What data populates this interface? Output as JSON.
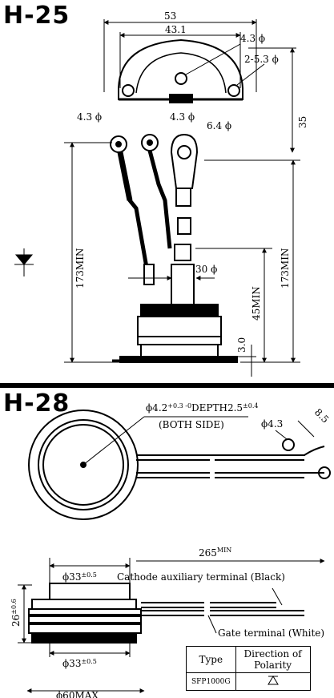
{
  "h25": {
    "title": "H-25",
    "dims": {
      "width_overall": "53",
      "width_inner": "43.1",
      "hole_small": "4.3 ϕ",
      "holes_mount": "2-5.3 ϕ",
      "height_top": "35",
      "lead1_hole": "4.3 ϕ",
      "lead2_hole": "4.3 ϕ",
      "main_hole": "6.4 ϕ",
      "lead_length_left": "173MIN",
      "lead_length_right": "173MIN",
      "body_dia": "30 ϕ",
      "stud_height": "45MIN",
      "base_thickness": "3.0"
    }
  },
  "h28": {
    "title": "H-28",
    "dims": {
      "center_hole": "ϕ4.2",
      "center_hole_tol": "+0.3 -0",
      "depth": "DEPTH2.5",
      "depth_tol": "±0.4",
      "both_side": "(BOTH SIDE)",
      "terminal_hole": "ϕ4.3",
      "terminal_len": "8.5",
      "lead_length": "265",
      "lead_length_sup": "MIN",
      "top_dia": "ϕ33",
      "tol": "±0.5",
      "bottom_dia": "ϕ33",
      "height": "26",
      "height_tol": "±0.6",
      "overall_dia": "ϕ60MAX"
    },
    "labels": {
      "cathode": "Cathode auxiliary terminal (Black)",
      "gate": "Gate terminal (White)"
    },
    "table": {
      "col_type": "Type",
      "col_polarity": "Direction of Polarity",
      "row_type": "SFP1000G"
    }
  }
}
